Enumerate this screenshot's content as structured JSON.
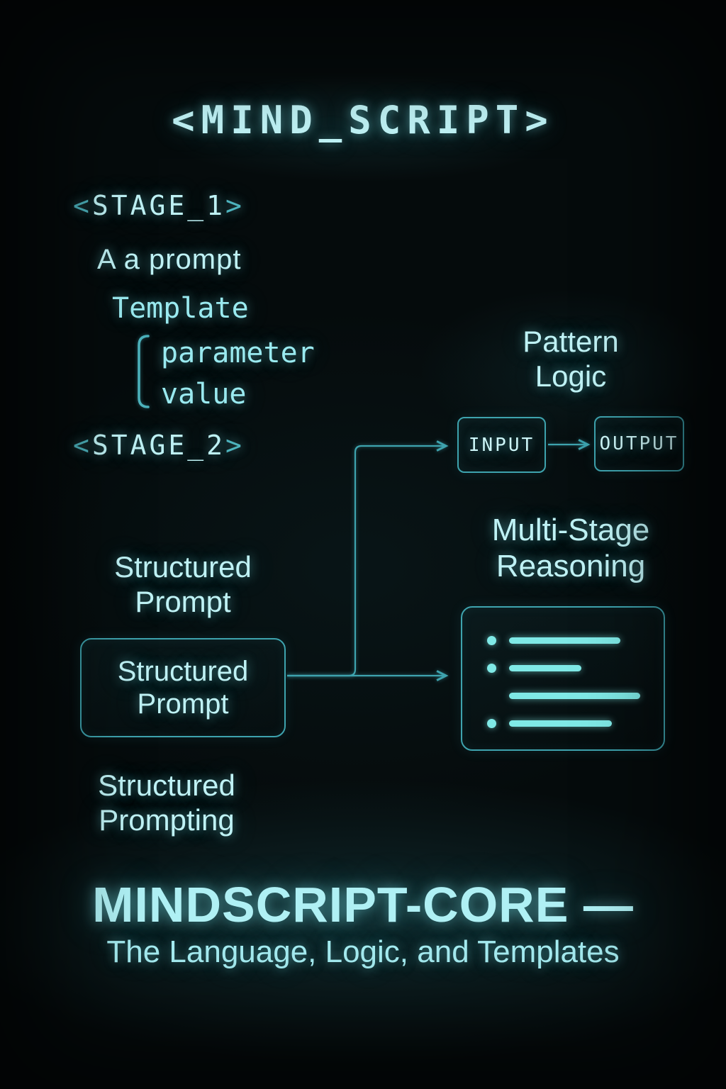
{
  "poster": {
    "title": "<MIND_SCRIPT>",
    "stage1": {
      "bracket_open": "<",
      "name": "STAGE_1",
      "bracket_close": ">",
      "line1": "A a prompt",
      "line2": "Template",
      "parameters": [
        "parameter",
        "value"
      ]
    },
    "stage2": {
      "bracket_open": "<",
      "name": "STAGE_2",
      "bracket_close": ">"
    },
    "pattern_logic": {
      "heading": "Pattern\nLogic",
      "input_label": "INPUT",
      "output_label": "OUTPUT"
    },
    "multi_stage": {
      "heading": "Multi-Stage\nReasoning",
      "rows": [
        {
          "bullet": true,
          "width": 157
        },
        {
          "bullet": true,
          "width": 102
        },
        {
          "bullet": false,
          "width": 185
        },
        {
          "bullet": true,
          "width": 145
        }
      ]
    },
    "structured_prompt": {
      "heading": "Structured\nPrompt",
      "box_text": "Structured\nPrompt"
    },
    "structured_prompting_label": "Structured\nPrompting",
    "footer": {
      "title": "MINDSCRIPT-CORE —",
      "subtitle": "The Language, Logic, and Templates"
    }
  },
  "colors": {
    "background": "#050b0c",
    "accent_stroke": "#3ea3ae",
    "accent_bright": "#4db3bd",
    "text_bright": "#bff2f5",
    "text_mono": "#9aeaf0",
    "list_line": "#7fe9e6"
  }
}
